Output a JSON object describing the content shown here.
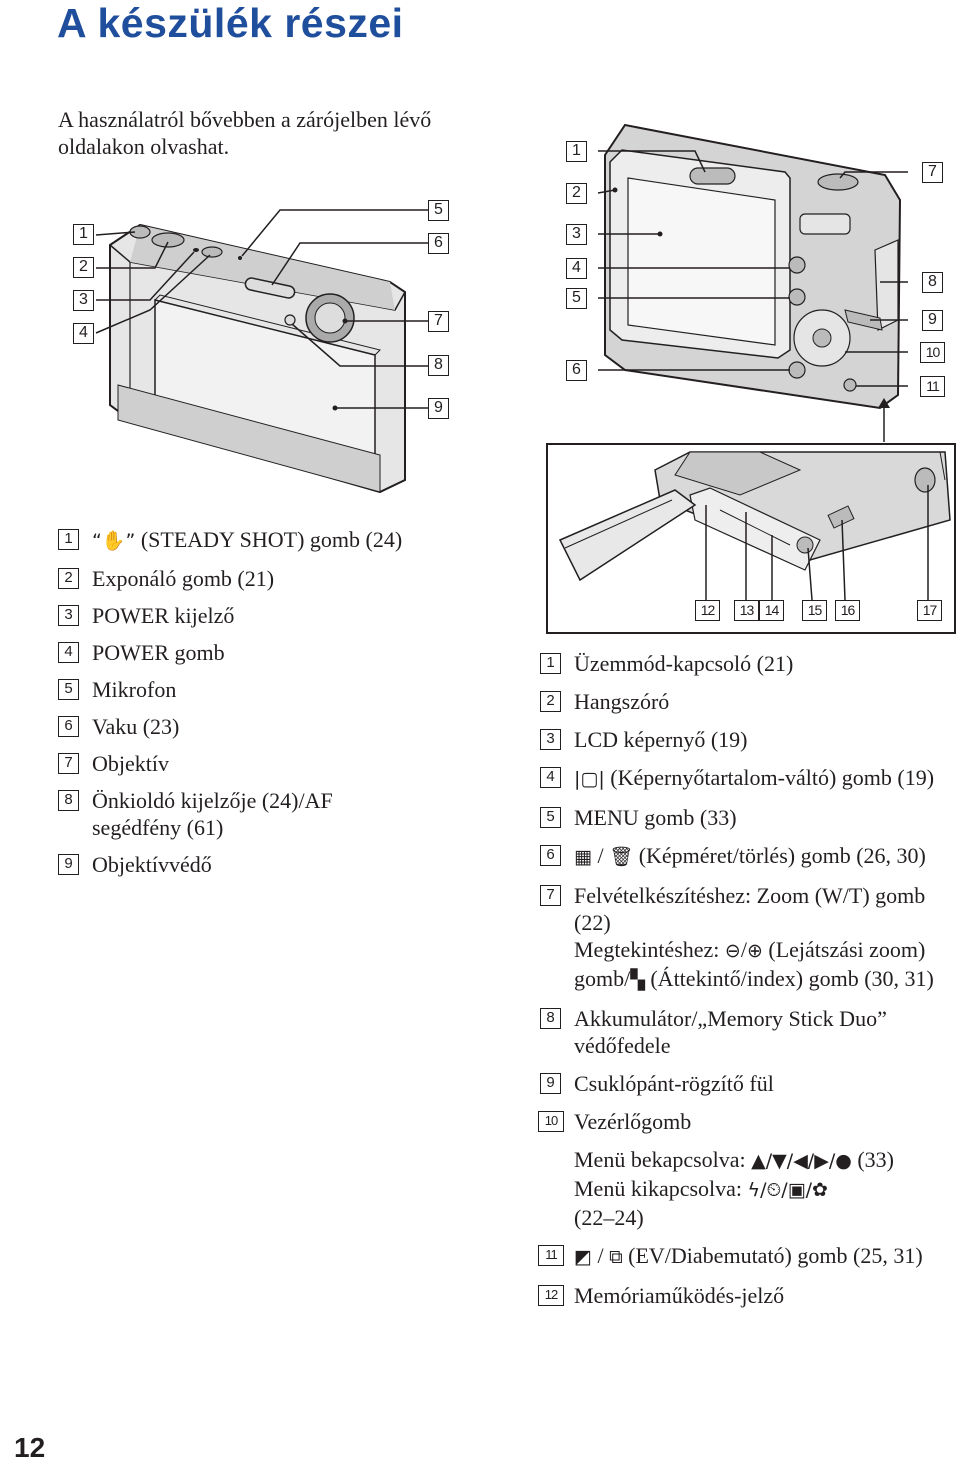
{
  "title": "A készülék részei",
  "intro": "A használatról bővebben a zárójelben lévő oldalakon olvashat.",
  "page_number": "12",
  "front_callouts_left": [
    "1",
    "2",
    "3",
    "4"
  ],
  "front_callouts_right": [
    "5",
    "6",
    "7",
    "8",
    "9"
  ],
  "back_callouts_left": [
    "1",
    "2",
    "3",
    "4",
    "5",
    "6"
  ],
  "back_callouts_right": [
    "7",
    "8",
    "9",
    "10",
    "11"
  ],
  "bottom_callouts": [
    "12",
    "13",
    "14",
    "15",
    "16",
    "17"
  ],
  "front_parts": [
    {
      "num": "1",
      "icon": "steady-shot-icon",
      "text": "(STEADY SHOT) gomb (24)"
    },
    {
      "num": "2",
      "text": "Exponáló gomb (21)"
    },
    {
      "num": "3",
      "text": "POWER kijelző"
    },
    {
      "num": "4",
      "text": "POWER gomb"
    },
    {
      "num": "5",
      "text": "Mikrofon"
    },
    {
      "num": "6",
      "text": "Vaku (23)"
    },
    {
      "num": "7",
      "text": "Objektív"
    },
    {
      "num": "8",
      "text": "Önkioldó kijelzője (24)/AF segédfény (61)"
    },
    {
      "num": "9",
      "text": "Objektívvédő"
    }
  ],
  "back_parts": [
    {
      "num": "1",
      "text": "Üzemmód-kapcsoló (21)"
    },
    {
      "num": "2",
      "text": "Hangszóró"
    },
    {
      "num": "3",
      "text": "LCD képernyő (19)"
    },
    {
      "num": "4",
      "text": "(Képernyőtartalom-váltó) gomb (19)"
    },
    {
      "num": "5",
      "text": "MENU gomb (33)"
    },
    {
      "num": "6",
      "text_sep": "/",
      "text": "(Képméret/törlés) gomb (26, 30)"
    },
    {
      "num": "7",
      "line1": "Felvételkészítéshez: Zoom (W/T) gomb (22)",
      "line2a": "Megtekintéshez:",
      "line2b": "(Lejátszási zoom) gomb/",
      "line2c": "(Áttekintő/index) gomb (30, 31)"
    },
    {
      "num": "8",
      "text": "Akkumulátor/„Memory Stick Duo” védőfedele"
    },
    {
      "num": "9",
      "text": "Csuklópánt-rögzítő fül"
    },
    {
      "num": "10",
      "text": "Vezérlőgomb"
    },
    {
      "num": "",
      "line1a": "Menü bekapcsolva:",
      "line1b": "(33)",
      "line2a": "Menü kikapcsolva:",
      "line2b": "(22–24)"
    },
    {
      "num": "11",
      "text": "(EV/Diabemutató) gomb (25, 31)"
    },
    {
      "num": "12",
      "text": "Memóriaműködés-jelző"
    }
  ]
}
